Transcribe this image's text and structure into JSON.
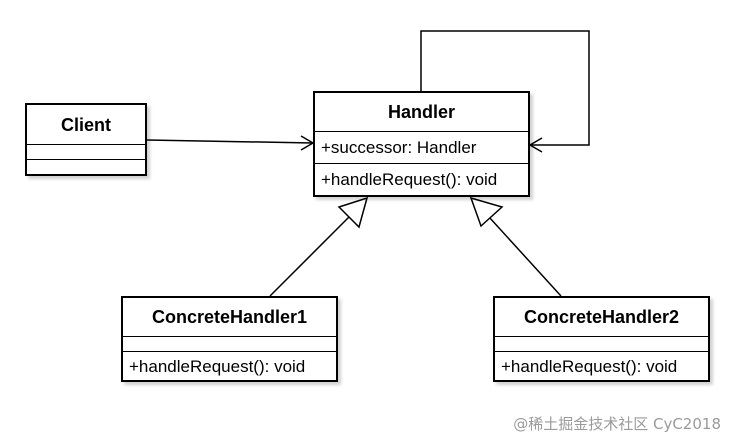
{
  "classes": {
    "client": {
      "name": "Client"
    },
    "handler": {
      "name": "Handler",
      "attribute": "+successor: Handler",
      "method": "+handleRequest(): void"
    },
    "concrete_handler_1": {
      "name": "ConcreteHandler1",
      "method": "+handleRequest(): void"
    },
    "concrete_handler_2": {
      "name": "ConcreteHandler2",
      "method": "+handleRequest(): void"
    }
  },
  "watermark": "@稀土掘金技术社区 CyC2018"
}
